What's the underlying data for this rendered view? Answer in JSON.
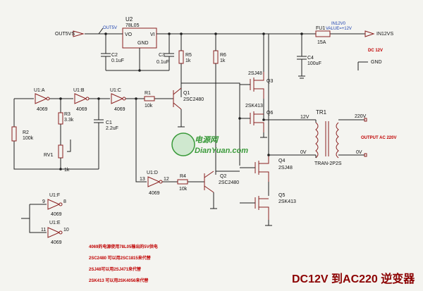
{
  "labels": {
    "u2": "U2",
    "u2_part": "78L05",
    "u2_vo": "VO",
    "u2_vi": "VI",
    "u2_gnd": "GND",
    "out5v_term": "OUT5VS",
    "out5v_probe": "OUT5V",
    "in12v_probe": "IN12V0",
    "in12v_value": "VALUE=+12V",
    "in12v_term": "IN12VS",
    "fu1": "FU1",
    "fu1_val": "15A",
    "c2": "C2",
    "c2_val": "0.1uF",
    "c3": "C3",
    "c3_val": "0.1uF",
    "r5": "R5",
    "r5_val": "1k",
    "r6": "R6",
    "r6_val": "1k",
    "c4": "C4",
    "c4_val": "100uF",
    "dc12v": "DC 12V",
    "gnd": "GND",
    "u1a": "U1:A",
    "u1a_p": "4069",
    "u1b": "U1:B",
    "u1b_p": "4069",
    "u1c": "U1:C",
    "u1c_p": "4069",
    "u1d": "U1:D",
    "u1d_p": "4069",
    "u1e": "U1:E",
    "u1e_p": "4069",
    "u1f": "U1:F",
    "u1f_p": "4069",
    "r1": "R1",
    "r1_val": "10k",
    "r2": "R2",
    "r2_val": "100k",
    "r3": "R3",
    "r3_val": "3.3k",
    "r4": "R4",
    "r4_val": "10k",
    "rv1": "RV1",
    "rv1_val": "1k",
    "c1": "C1",
    "c1_val": "2.2uF",
    "q1": "Q1",
    "q1_p": "2SC2480",
    "q2": "Q2",
    "q2_p": "2SC2480",
    "q3": "Q3",
    "q3_p": "2SJ48",
    "q6": "Q6",
    "q6_p": "2SK413",
    "q4": "Q4",
    "q4_p": "2SJ48",
    "q5": "Q5",
    "q5_p": "2SK413",
    "tr1": "TR1",
    "tr1_part": "TRAN-2P2S",
    "v12": "12V",
    "v0": "0V",
    "v220": "220V",
    "v0b": "0V",
    "output": "OUTPUT AC 220V",
    "pin13": "13",
    "pin12": "12",
    "pin9": "9",
    "pin8": "8",
    "pin11": "11",
    "pin10": "10"
  },
  "notes": [
    "4069的电源使用78L05输出的5V供电",
    "2SC2480 可以用2SC1815来代替",
    "2SJ48可以用2SJ471来代替",
    "2SK413 可以用2SK4056来代替"
  ],
  "watermark": {
    "cn": "电源网",
    "en": "DianYuan.com"
  },
  "title": "DC12V 到AC220 逆变器",
  "colors": {
    "wire": "#202020",
    "part": "#8a1f1f",
    "probe": "#1a3fb0",
    "note": "#c00000",
    "title": "#8b0000",
    "watermark": "#3a9a3a"
  }
}
